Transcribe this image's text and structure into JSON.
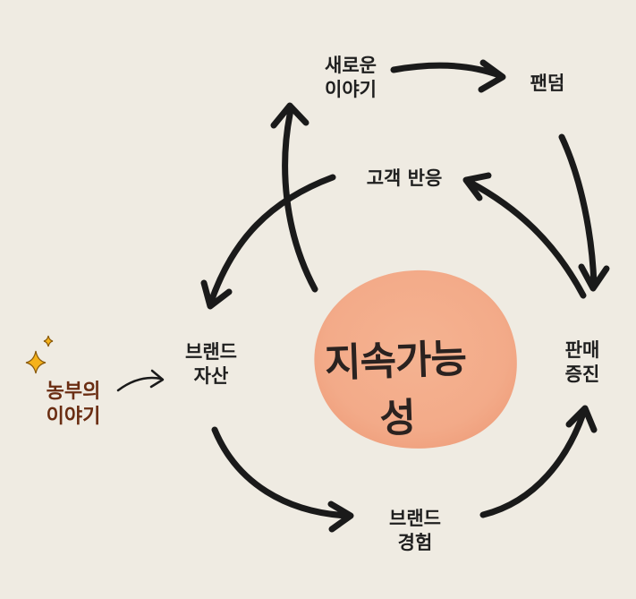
{
  "diagram": {
    "center_label": "지속가능성",
    "nodes": {
      "new_story": [
        "새로운",
        "이야기"
      ],
      "fandom": [
        "팬덤"
      ],
      "customer_response": [
        "고객 반응"
      ],
      "brand_asset": [
        "브랜드",
        "자산"
      ],
      "sales_boost": [
        "판매",
        "증진"
      ],
      "brand_experience": [
        "브랜드",
        "경험"
      ],
      "farmer_story": [
        "농부의",
        "이야기"
      ]
    },
    "colors": {
      "background": "#efebe2",
      "center_circle": "#f3aa85",
      "arrow": "#1a1a1a",
      "origin_text": "#6a2d12",
      "sparkle": "#f5b21a"
    },
    "icons": [
      "sparkle-icon"
    ]
  }
}
